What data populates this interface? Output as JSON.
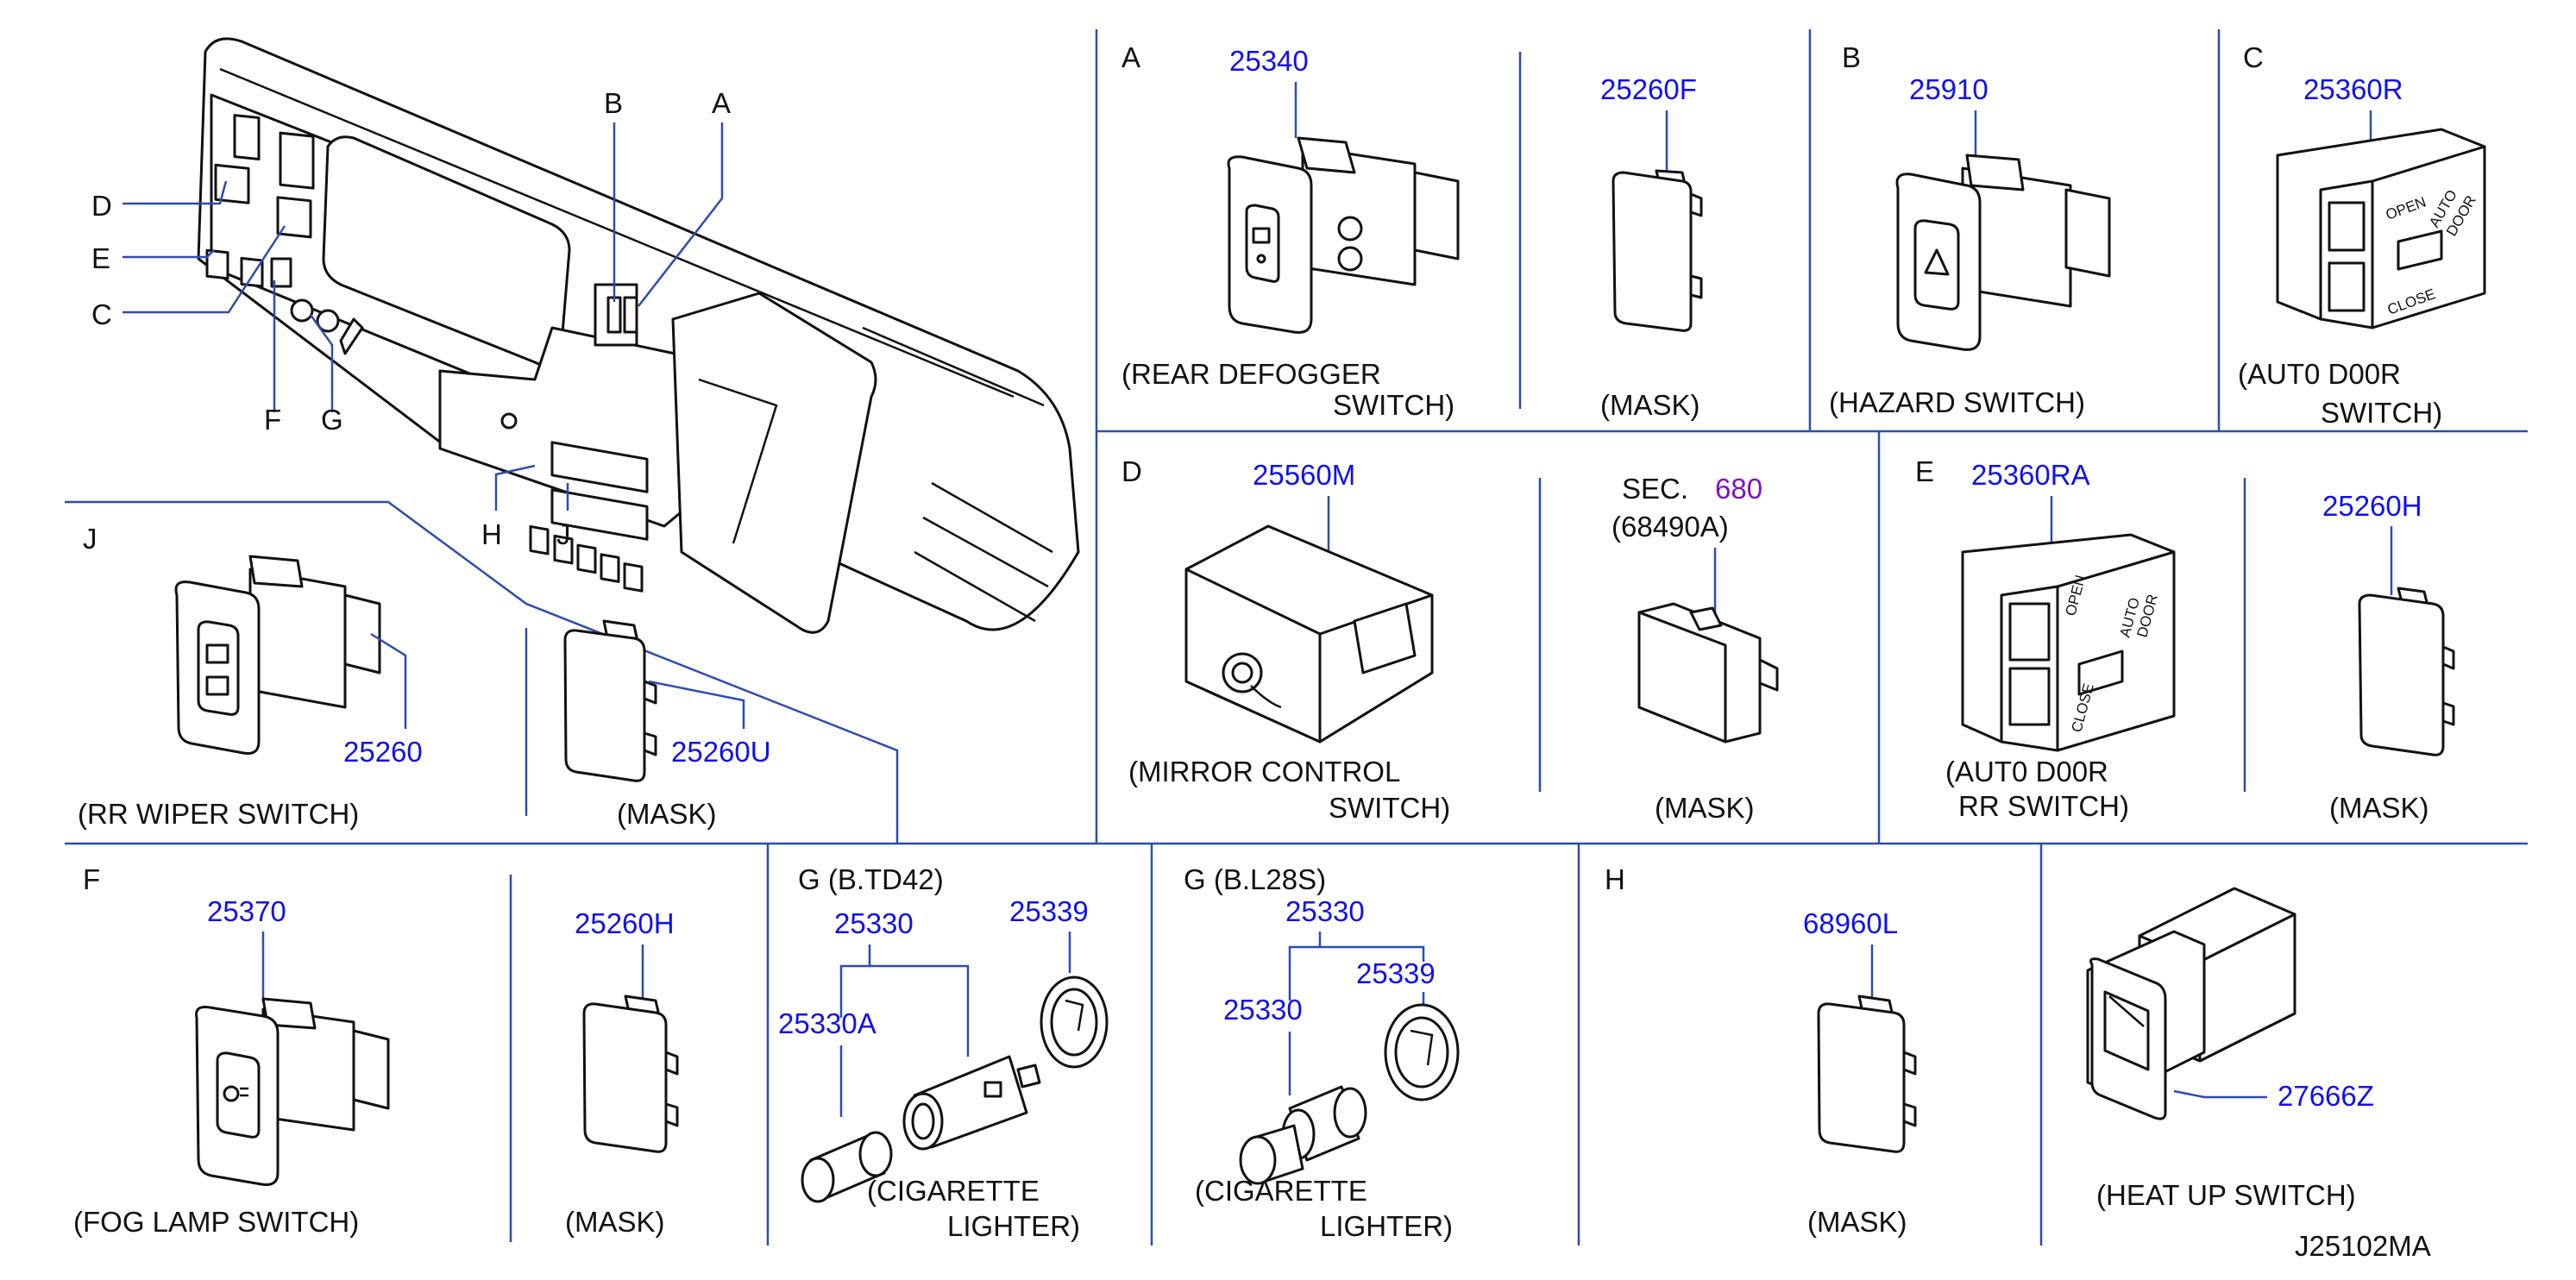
{
  "doc_code": "J25102MA",
  "dash": {
    "letters": [
      "A",
      "B",
      "C",
      "D",
      "E",
      "F",
      "G",
      "H",
      "J"
    ]
  },
  "sections": {
    "A": {
      "letter": "A",
      "part1": "25340",
      "caption1a": "(REAR   DEFOGGER",
      "caption1b": "SWITCH)",
      "part2": "25260F",
      "caption2": "(MASK)"
    },
    "B": {
      "letter": "B",
      "part": "25910",
      "caption": "(HAZARD   SWITCH)"
    },
    "C": {
      "letter": "C",
      "part": "25360R",
      "caption_a": "(AUT0   D00R",
      "caption_b": "SWITCH)",
      "sw_open": "OPEN",
      "sw_auto": "AUTO",
      "sw_door": "DOOR",
      "sw_close": "CLOSE"
    },
    "D": {
      "letter": "D",
      "part": "25560M",
      "caption_a": "(MIRROR   CONTROL",
      "caption_b": "SWITCH)",
      "sec_label": "SEC.",
      "sec_num": "680",
      "sec_ref": "(68490A)",
      "mask_caption": "(MASK)"
    },
    "E": {
      "letter": "E",
      "part": "25360RA",
      "caption_a": "(AUT0   D00R",
      "caption_b": "RR   SWITCH)",
      "part2": "25260H",
      "mask_caption": "(MASK)",
      "sw_open": "OPEN",
      "sw_auto": "AUTO",
      "sw_door": "DOOR",
      "sw_close": "CLOSE"
    },
    "J": {
      "letter": "J",
      "part": "25260",
      "caption": "(RR   WIPER   SWITCH)",
      "part2": "25260U",
      "mask_caption": "(MASK)"
    },
    "F": {
      "letter": "F",
      "part": "25370",
      "caption": "(FOG   LAMP   SWITCH)",
      "part2": "25260H",
      "mask_caption": "(MASK)"
    },
    "G1": {
      "title": "G  (B.TD42)",
      "part_a": "25330",
      "part_b": "25339",
      "part_c": "25330A",
      "caption_a": "(CIGARETTE",
      "caption_b": "LIGHTER)"
    },
    "G2": {
      "title": "G  (B.L28S)",
      "part_a": "25330",
      "part_b": "25330",
      "part_c": "25339",
      "caption_a": "(CIGARETTE",
      "caption_b": "LIGHTER)"
    },
    "H": {
      "letter": "H",
      "part": "68960L",
      "caption": "(MASK)"
    },
    "K": {
      "part": "27666Z",
      "caption": "(HEAT   UP   SWITCH)"
    }
  }
}
